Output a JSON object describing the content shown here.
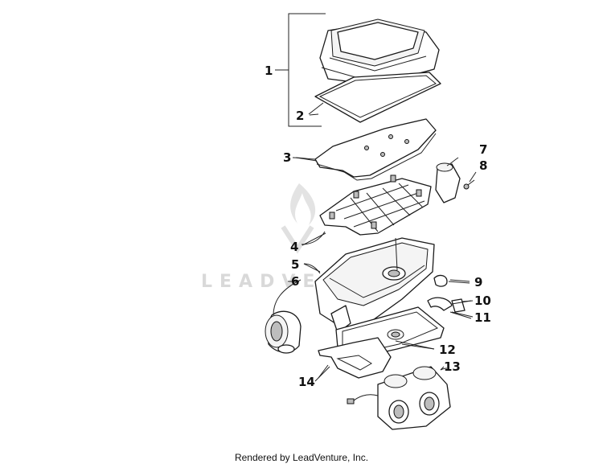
{
  "watermark": "LEADVENTURE",
  "callouts": [
    {
      "id": "c1",
      "label": "1"
    },
    {
      "id": "c2",
      "label": "2"
    },
    {
      "id": "c3",
      "label": "3"
    },
    {
      "id": "c4",
      "label": "4"
    },
    {
      "id": "c5",
      "label": "5"
    },
    {
      "id": "c6",
      "label": "6"
    },
    {
      "id": "c7",
      "label": "7"
    },
    {
      "id": "c8",
      "label": "8"
    },
    {
      "id": "c9",
      "label": "9"
    },
    {
      "id": "c10",
      "label": "10"
    },
    {
      "id": "c11",
      "label": "11"
    },
    {
      "id": "c12",
      "label": "12"
    },
    {
      "id": "c13",
      "label": "13"
    },
    {
      "id": "c14",
      "label": "14"
    }
  ],
  "footer": "Rendered by LeadVenture, Inc."
}
